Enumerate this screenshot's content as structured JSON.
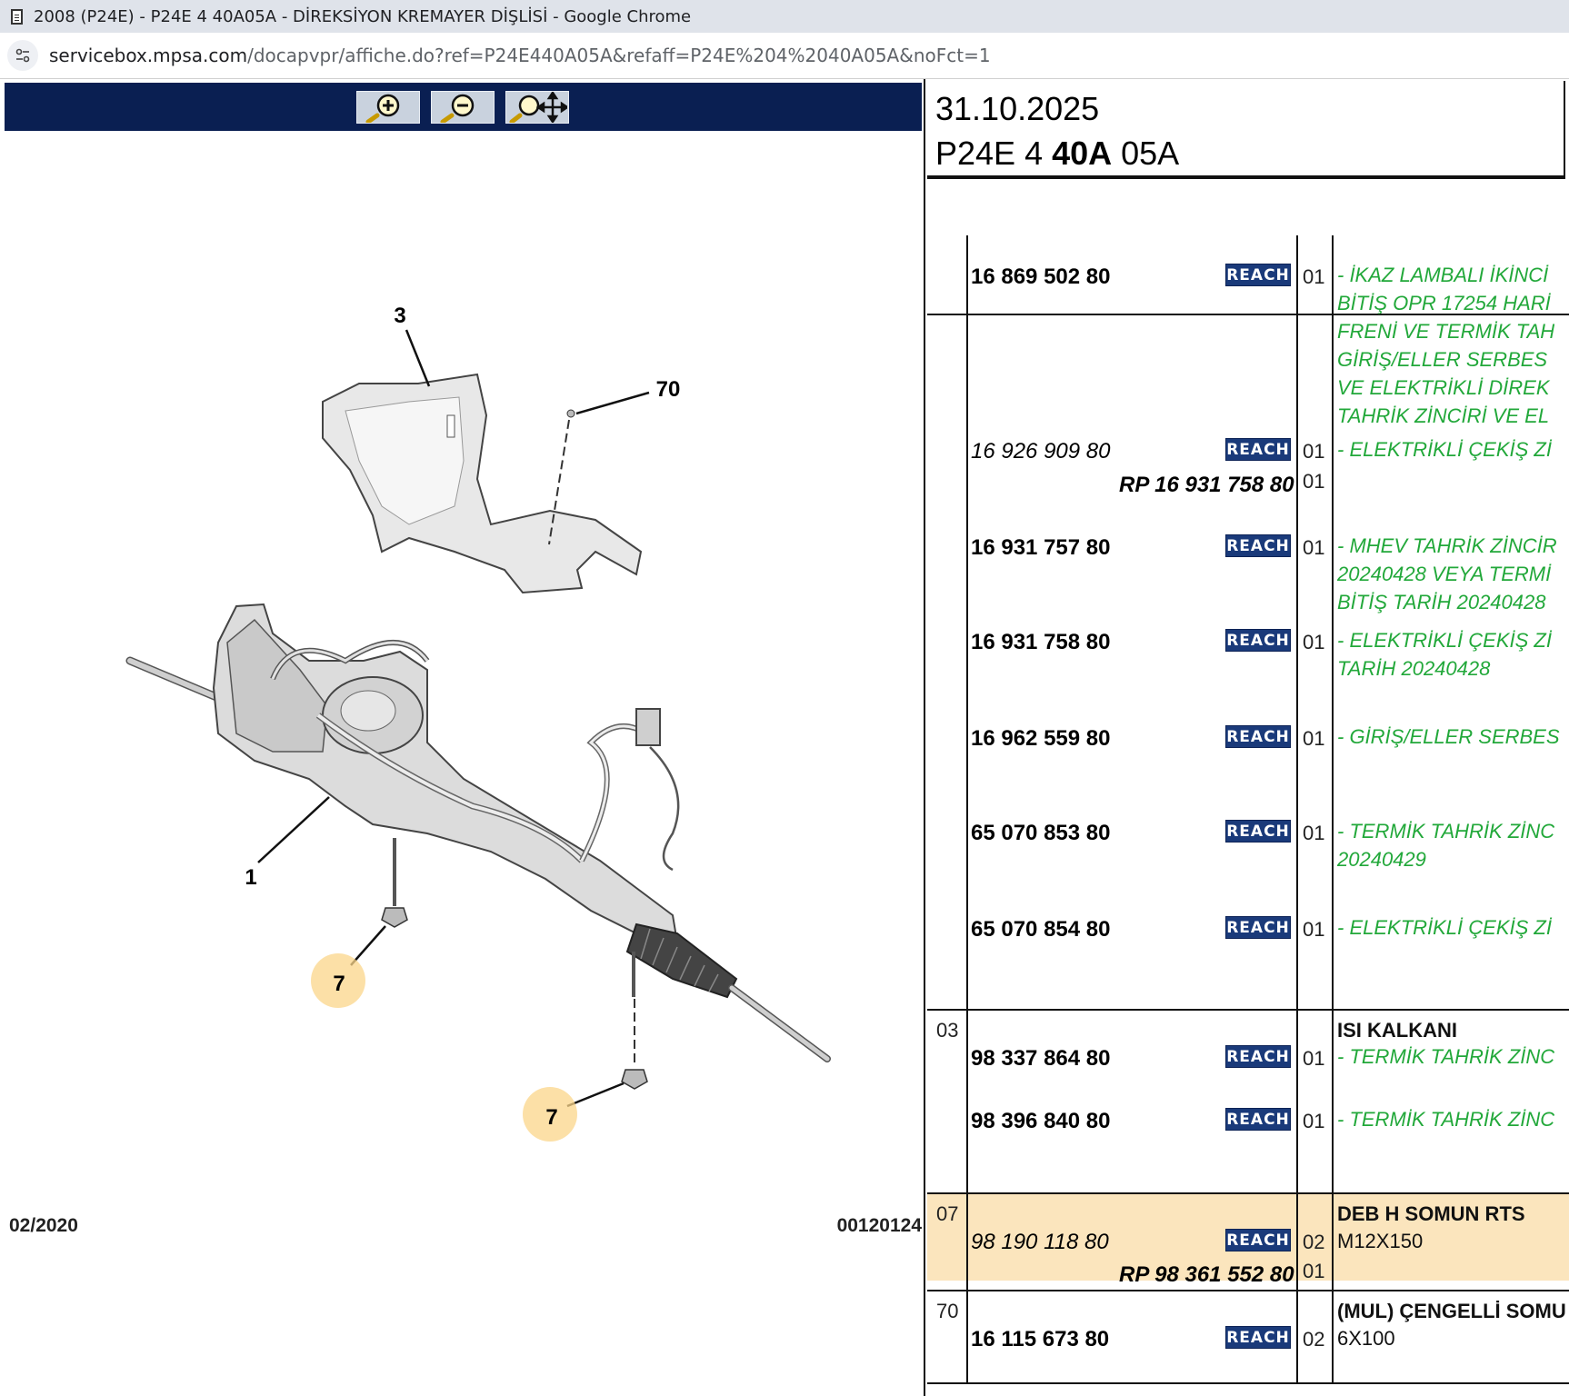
{
  "browser": {
    "window_title": "2008 (P24E) - P24E 4 40A05A - DİREKSİYON KREMAYER DİŞLİSİ - Google Chrome",
    "url_host": "servicebox.mpsa.com",
    "url_path": "/docapvpr/affiche.do?ref=P24E440A05A&refaff=P24E%204%2040A05A&noFct=1"
  },
  "toolbar": {
    "buttons": [
      "zoom-in",
      "zoom-out",
      "zoom-pan"
    ]
  },
  "drawing": {
    "callouts": [
      "3",
      "70",
      "1",
      "7",
      "7"
    ],
    "footer_date": "02/2020",
    "footer_ref": "00120124"
  },
  "header": {
    "date": "31.10.2025",
    "ref_prefix": "P24E 4 ",
    "ref_bold": "40A",
    "ref_suffix": " 05A"
  },
  "reach_label": "REACH",
  "parts": [
    {
      "no": "16 869 502 80",
      "style": "bold",
      "qty": "01",
      "desc": "- İKAZ LAMBALI İKİNCİ\nBİTİŞ OPR 17254 HARİ\nFRENİ VE TERMİK TAH\nGİRİŞ/ELLER SERBES\nVE ELEKTRİKLİ DİREK\nTAHRİK ZİNCİRİ VE EL"
    },
    {
      "no": "16 926 909 80",
      "style": "italic",
      "qty": "01",
      "desc": "- ELEKTRİKLİ ÇEKİŞ Zİ",
      "rp": "RP 16 931 758 80",
      "rp_qty": "01"
    },
    {
      "no": "16 931 757 80",
      "style": "bold",
      "qty": "01",
      "desc": "- MHEV TAHRİK ZİNCİR\n20240428 VEYA TERMİ\nBİTİŞ TARİH 20240428"
    },
    {
      "no": "16 931 758 80",
      "style": "bold",
      "qty": "01",
      "desc": "- ELEKTRİKLİ ÇEKİŞ Zİ\nTARİH 20240428"
    },
    {
      "no": "16 962 559 80",
      "style": "bold",
      "qty": "01",
      "desc": "- GİRİŞ/ELLER SERBES"
    },
    {
      "no": "65 070 853 80",
      "style": "bold",
      "qty": "01",
      "desc": "- TERMİK TAHRİK ZİNC\n20240429"
    },
    {
      "no": "65 070 854 80",
      "style": "bold",
      "qty": "01",
      "desc": "- ELEKTRİKLİ ÇEKİŞ Zİ"
    }
  ],
  "groups": [
    {
      "item": "03",
      "title": "ISI KALKANI",
      "rows": [
        {
          "no": "98 337 864 80",
          "qty": "01",
          "desc": "- TERMİK TAHRİK ZİNC"
        },
        {
          "no": "98 396 840 80",
          "qty": "01",
          "desc": "- TERMİK TAHRİK ZİNC"
        }
      ]
    },
    {
      "item": "07",
      "title": "DEB H SOMUN RTS",
      "subtitle": "M12X150",
      "no": "98 190 118 80",
      "qty": "02",
      "rp": "RP 98 361 552 80",
      "rp_qty": "01"
    },
    {
      "item": "70",
      "title": "(MUL) ÇENGELLİ SOMU",
      "subtitle": "6X100",
      "no": "16 115 673 80",
      "qty": "02"
    }
  ]
}
